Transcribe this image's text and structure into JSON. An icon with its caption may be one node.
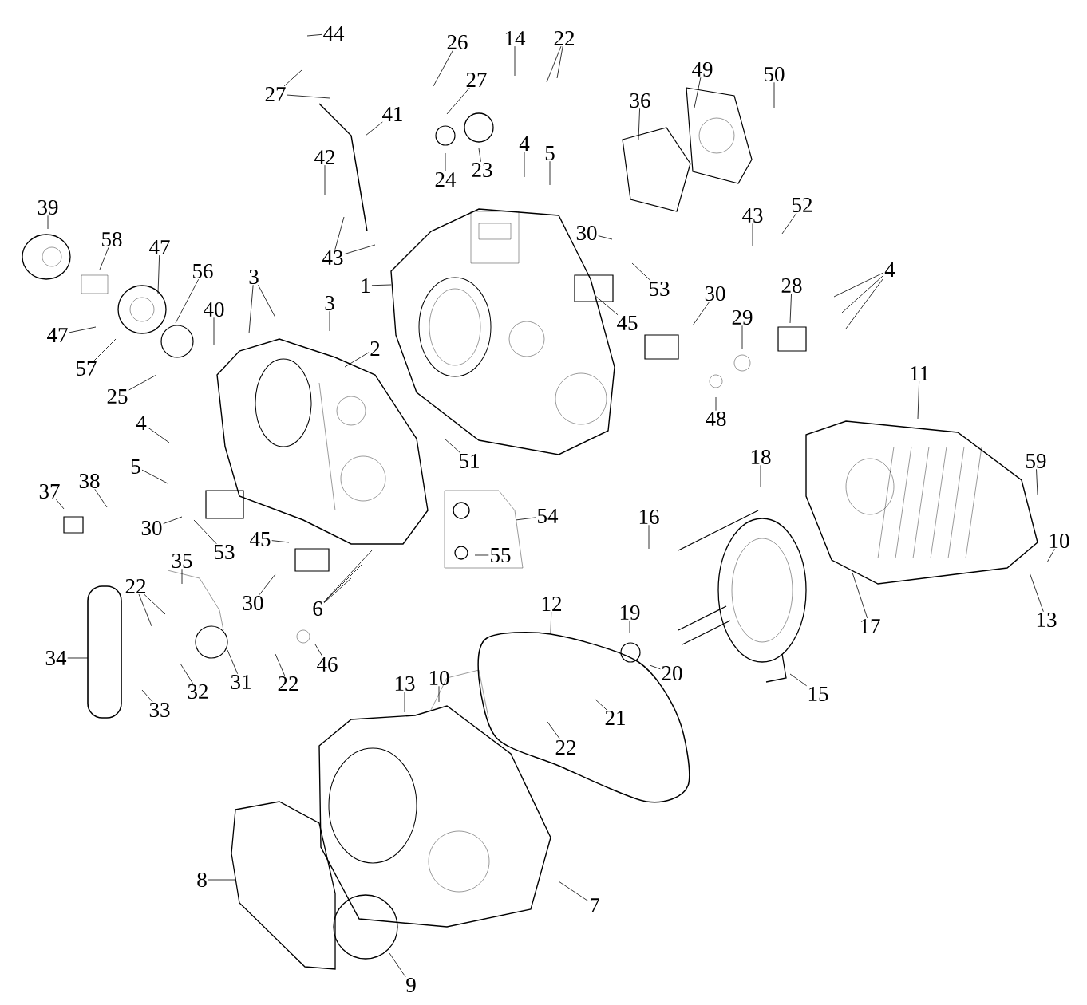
{
  "diagram": {
    "nodes": [
      {
        "text": [
          "44"
        ]
      },
      {
        "text": [
          "27"
        ]
      },
      {
        "text": [
          "41"
        ]
      },
      {
        "text": [
          "26"
        ]
      },
      {
        "text": [
          "27"
        ]
      },
      {
        "text": [
          "14"
        ]
      },
      {
        "text": [
          "22"
        ]
      },
      {
        "text": [
          "24"
        ]
      },
      {
        "text": [
          "23"
        ]
      },
      {
        "text": [
          "4"
        ]
      },
      {
        "text": [
          "5"
        ]
      },
      {
        "text": [
          "42"
        ]
      },
      {
        "text": [
          "43"
        ]
      },
      {
        "text": [
          "36"
        ]
      },
      {
        "text": [
          "49"
        ]
      },
      {
        "text": [
          "50"
        ]
      },
      {
        "text": [
          "39"
        ]
      },
      {
        "text": [
          "58"
        ]
      },
      {
        "text": [
          "47"
        ]
      },
      {
        "text": [
          "56"
        ]
      },
      {
        "text": [
          "40"
        ]
      },
      {
        "text": [
          "3"
        ]
      },
      {
        "text": [
          "3"
        ]
      },
      {
        "text": [
          "1"
        ]
      },
      {
        "text": [
          "2"
        ]
      },
      {
        "text": [
          "43"
        ]
      },
      {
        "text": [
          "52"
        ]
      },
      {
        "text": [
          "30"
        ]
      },
      {
        "text": [
          "53"
        ]
      },
      {
        "text": [
          "30"
        ]
      },
      {
        "text": [
          "28"
        ]
      },
      {
        "text": [
          "4"
        ]
      },
      {
        "text": [
          "47"
        ]
      },
      {
        "text": [
          "57"
        ]
      },
      {
        "text": [
          "25"
        ]
      },
      {
        "text": [
          "29"
        ]
      },
      {
        "text": [
          "45"
        ]
      },
      {
        "text": [
          "48"
        ]
      },
      {
        "text": [
          "11"
        ]
      },
      {
        "text": [
          "4"
        ]
      },
      {
        "text": [
          "51"
        ]
      },
      {
        "text": [
          "5"
        ]
      },
      {
        "text": [
          "37"
        ]
      },
      {
        "text": [
          "38"
        ]
      },
      {
        "text": [
          "18"
        ]
      },
      {
        "text": [
          "59"
        ]
      },
      {
        "text": [
          "54"
        ]
      },
      {
        "text": [
          "55"
        ]
      },
      {
        "text": [
          "16"
        ]
      },
      {
        "text": [
          "30"
        ]
      },
      {
        "text": [
          "53"
        ]
      },
      {
        "text": [
          "45"
        ]
      },
      {
        "text": [
          "10"
        ]
      },
      {
        "text": [
          "35"
        ]
      },
      {
        "text": [
          "22"
        ]
      },
      {
        "text": [
          "30"
        ]
      },
      {
        "text": [
          "6"
        ]
      },
      {
        "text": [
          "12"
        ]
      },
      {
        "text": [
          "19"
        ]
      },
      {
        "text": [
          "13"
        ]
      },
      {
        "text": [
          "17"
        ]
      },
      {
        "text": [
          "34"
        ]
      },
      {
        "text": [
          "20"
        ]
      },
      {
        "text": [
          "31"
        ]
      },
      {
        "text": [
          "22"
        ]
      },
      {
        "text": [
          "46"
        ]
      },
      {
        "text": [
          "13"
        ]
      },
      {
        "text": [
          "10"
        ]
      },
      {
        "text": [
          "15"
        ]
      },
      {
        "text": [
          "32"
        ]
      },
      {
        "text": [
          "33"
        ]
      },
      {
        "text": [
          "21"
        ]
      },
      {
        "text": [
          "22"
        ]
      },
      {
        "text": [
          "8"
        ]
      },
      {
        "text": [
          "7"
        ]
      },
      {
        "text": [
          "9"
        ]
      }
    ],
    "edges": [
      {
        "from": 0,
        "to": null,
        "arrow": "none"
      },
      {
        "from": 1,
        "to": null,
        "arrow": "none"
      },
      {
        "from": 1,
        "to": null,
        "arrow": "none"
      },
      {
        "from": 2,
        "to": null,
        "arrow": "none"
      },
      {
        "from": 3,
        "to": null,
        "arrow": "none"
      },
      {
        "from": 4,
        "to": null,
        "arrow": "none"
      },
      {
        "from": 5,
        "to": null,
        "arrow": "none"
      },
      {
        "from": 6,
        "to": null,
        "arrow": "none"
      },
      {
        "from": 6,
        "to": null,
        "arrow": "none"
      },
      {
        "from": 7,
        "to": null,
        "arrow": "none"
      },
      {
        "from": 8,
        "to": null,
        "arrow": "none"
      },
      {
        "from": 9,
        "to": null,
        "arrow": "none"
      },
      {
        "from": 10,
        "to": null,
        "arrow": "none"
      },
      {
        "from": 11,
        "to": null,
        "arrow": "none"
      },
      {
        "from": 12,
        "to": null,
        "arrow": "none"
      },
      {
        "from": 12,
        "to": null,
        "arrow": "none"
      },
      {
        "from": 13,
        "to": null,
        "arrow": "none"
      },
      {
        "from": 14,
        "to": null,
        "arrow": "none"
      },
      {
        "from": 15,
        "to": null,
        "arrow": "none"
      },
      {
        "from": 16,
        "to": null,
        "arrow": "none"
      },
      {
        "from": 17,
        "to": null,
        "arrow": "none"
      },
      {
        "from": 18,
        "to": null,
        "arrow": "none"
      },
      {
        "from": 19,
        "to": null,
        "arrow": "none"
      },
      {
        "from": 20,
        "to": null,
        "arrow": "none"
      },
      {
        "from": 21,
        "to": null,
        "arrow": "none"
      },
      {
        "from": 21,
        "to": null,
        "arrow": "none"
      },
      {
        "from": 22,
        "to": null,
        "arrow": "none"
      },
      {
        "from": 23,
        "to": null,
        "arrow": "none"
      },
      {
        "from": 24,
        "to": null,
        "arrow": "none"
      },
      {
        "from": 25,
        "to": null,
        "arrow": "none"
      },
      {
        "from": 26,
        "to": null,
        "arrow": "none"
      },
      {
        "from": 27,
        "to": null,
        "arrow": "none"
      },
      {
        "from": 28,
        "to": null,
        "arrow": "none"
      },
      {
        "from": 29,
        "to": null,
        "arrow": "none"
      },
      {
        "from": 30,
        "to": null,
        "arrow": "none"
      },
      {
        "from": 31,
        "to": null,
        "arrow": "none"
      },
      {
        "from": 31,
        "to": null,
        "arrow": "none"
      },
      {
        "from": 31,
        "to": null,
        "arrow": "none"
      },
      {
        "from": 32,
        "to": null,
        "arrow": "none"
      },
      {
        "from": 33,
        "to": null,
        "arrow": "none"
      },
      {
        "from": 34,
        "to": null,
        "arrow": "none"
      },
      {
        "from": 35,
        "to": null,
        "arrow": "none"
      },
      {
        "from": 36,
        "to": null,
        "arrow": "none"
      },
      {
        "from": 37,
        "to": null,
        "arrow": "none"
      },
      {
        "from": 38,
        "to": null,
        "arrow": "none"
      },
      {
        "from": 39,
        "to": null,
        "arrow": "none"
      },
      {
        "from": 40,
        "to": null,
        "arrow": "none"
      },
      {
        "from": 41,
        "to": null,
        "arrow": "none"
      },
      {
        "from": 42,
        "to": null,
        "arrow": "none"
      },
      {
        "from": 43,
        "to": null,
        "arrow": "none"
      },
      {
        "from": 44,
        "to": null,
        "arrow": "none"
      },
      {
        "from": 45,
        "to": null,
        "arrow": "none"
      },
      {
        "from": 46,
        "to": null,
        "arrow": "none"
      },
      {
        "from": 47,
        "to": null,
        "arrow": "none"
      },
      {
        "from": 48,
        "to": null,
        "arrow": "none"
      },
      {
        "from": 49,
        "to": null,
        "arrow": "none"
      },
      {
        "from": 50,
        "to": null,
        "arrow": "none"
      },
      {
        "from": 51,
        "to": null,
        "arrow": "none"
      },
      {
        "from": 52,
        "to": null,
        "arrow": "none"
      },
      {
        "from": 53,
        "to": null,
        "arrow": "none"
      },
      {
        "from": 54,
        "to": null,
        "arrow": "none"
      },
      {
        "from": 54,
        "to": null,
        "arrow": "none"
      },
      {
        "from": 55,
        "to": null,
        "arrow": "none"
      },
      {
        "from": 56,
        "to": null,
        "arrow": "none"
      },
      {
        "from": 56,
        "to": null,
        "arrow": "none"
      },
      {
        "from": 56,
        "to": null,
        "arrow": "none"
      },
      {
        "from": 57,
        "to": null,
        "arrow": "none"
      },
      {
        "from": 58,
        "to": null,
        "arrow": "none"
      },
      {
        "from": 59,
        "to": null,
        "arrow": "none"
      },
      {
        "from": 60,
        "to": null,
        "arrow": "none"
      },
      {
        "from": 61,
        "to": null,
        "arrow": "none"
      },
      {
        "from": 62,
        "to": null,
        "arrow": "none"
      },
      {
        "from": 63,
        "to": null,
        "arrow": "none"
      },
      {
        "from": 64,
        "to": null,
        "arrow": "none"
      },
      {
        "from": 65,
        "to": null,
        "arrow": "none"
      },
      {
        "from": 66,
        "to": null,
        "arrow": "none"
      },
      {
        "from": 67,
        "to": null,
        "arrow": "none"
      },
      {
        "from": 68,
        "to": null,
        "arrow": "none"
      },
      {
        "from": 69,
        "to": null,
        "arrow": "none"
      },
      {
        "from": 70,
        "to": null,
        "arrow": "none"
      },
      {
        "from": 71,
        "to": null,
        "arrow": "none"
      },
      {
        "from": 72,
        "to": null,
        "arrow": "none"
      },
      {
        "from": 73,
        "to": null,
        "arrow": "none"
      },
      {
        "from": 74,
        "to": null,
        "arrow": "none"
      },
      {
        "from": 75,
        "to": null,
        "arrow": "none"
      }
    ]
  }
}
